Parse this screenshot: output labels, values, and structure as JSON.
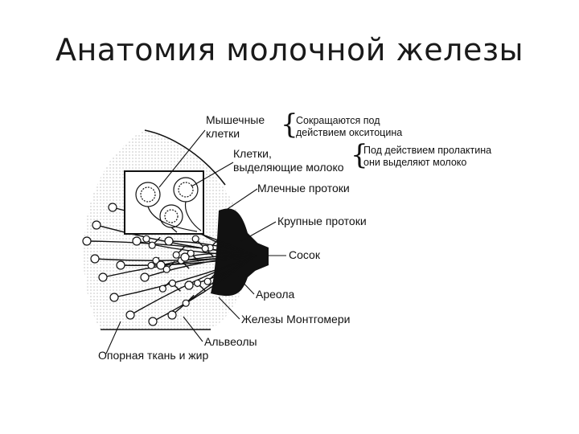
{
  "title": "Анатомия молочной железы",
  "labels": {
    "muscle_cells_line1": "Мышечные",
    "muscle_cells_line2": "клетки",
    "muscle_note_line1": "Сокращаются под",
    "muscle_note_line2": "действием окситоцина",
    "milk_cells_line1": "Клетки,",
    "milk_cells_line2": "выделяющие молоко",
    "milk_note_line1": "Под действием пролактина",
    "milk_note_line2": "они выделяют молоко",
    "milk_ducts": "Млечные протоки",
    "large_ducts": "Крупные протоки",
    "nipple": "Сосок",
    "areola": "Ареола",
    "montgomery": "Железы Монтгомери",
    "alveoli": "Альвеолы",
    "support_tissue": "Опорная ткань и жир"
  }
}
